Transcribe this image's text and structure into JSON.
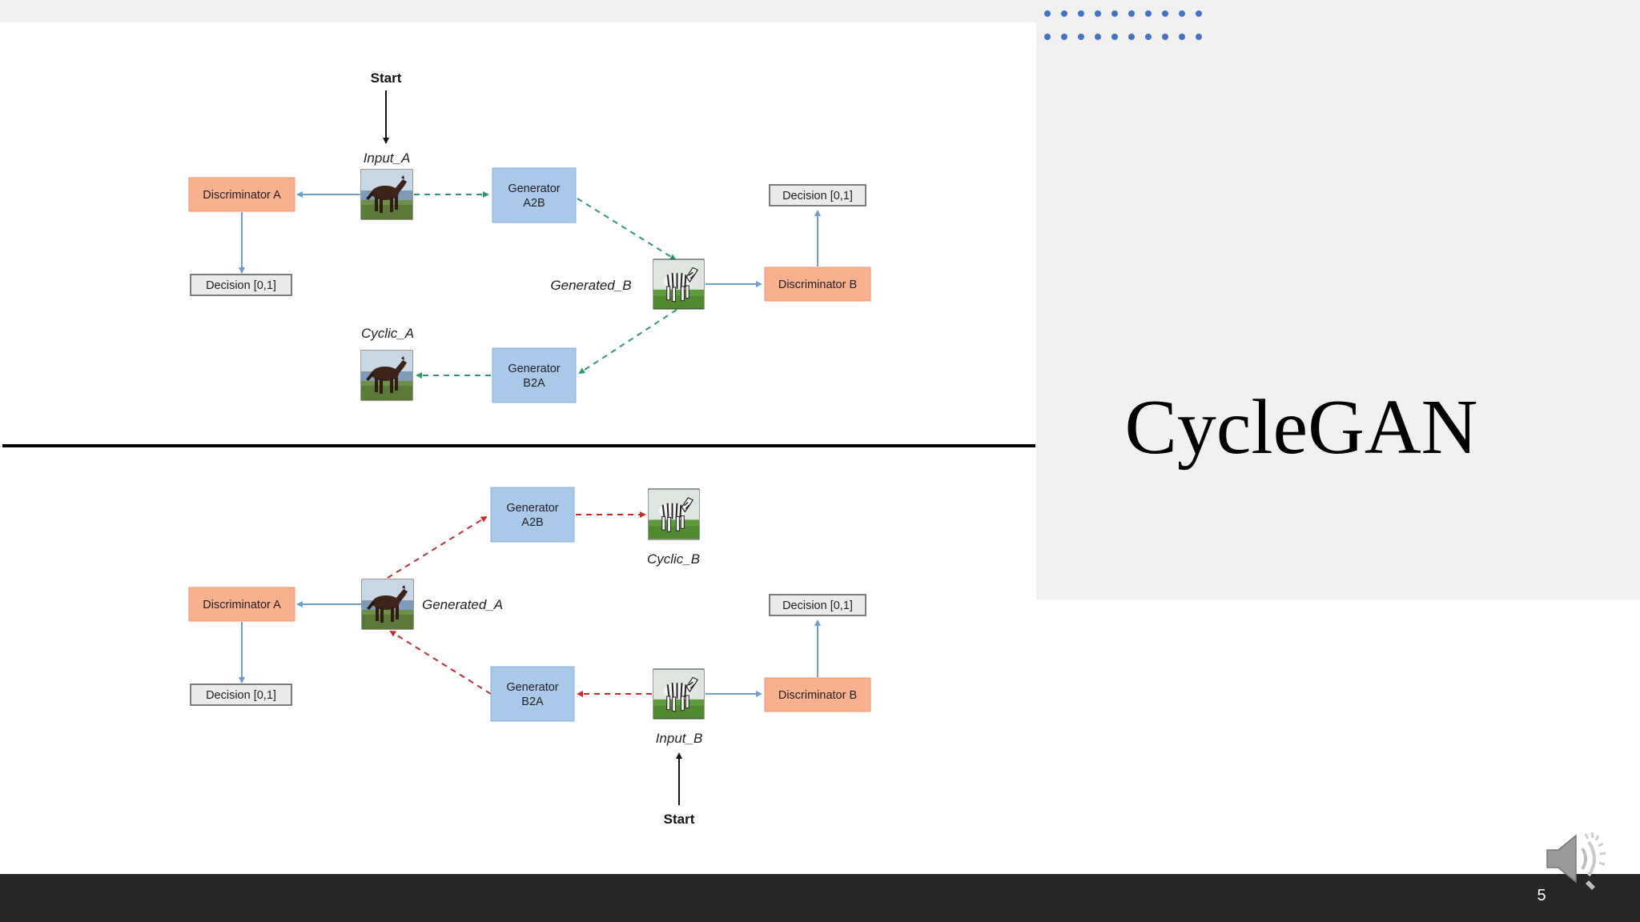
{
  "slide": {
    "title": "CycleGAN",
    "page_number": "5"
  },
  "colors": {
    "discriminator": "#f8b08e",
    "generator": "#a9c8ea",
    "decision_box": "#ebebeb",
    "green_arrow": "#2e9a6a",
    "red_arrow": "#cc2b2b",
    "blue_arrow": "#6a9fcf",
    "dot_accent": "#4472c4",
    "footer": "#262626"
  },
  "top_cycle": {
    "start": "Start",
    "input_label": "Input_A",
    "discriminator_a": "Discriminator A",
    "decision_a": "Decision [0,1]",
    "generator_a2b": [
      "Generator",
      "A2B"
    ],
    "generated_label": "Generated_B",
    "discriminator_b": "Discriminator B",
    "decision_b": "Decision [0,1]",
    "generator_b2a": [
      "Generator",
      "B2A"
    ],
    "cyclic_label": "Cyclic_A"
  },
  "bottom_cycle": {
    "generator_a2b": [
      "Generator",
      "A2B"
    ],
    "cyclic_label": "Cyclic_B",
    "discriminator_a": "Discriminator A",
    "generated_label": "Generated_A",
    "decision_b": "Decision [0,1]",
    "decision_a": "Decision [0,1]",
    "generator_b2a": [
      "Generator",
      "B2A"
    ],
    "discriminator_b": "Discriminator B",
    "input_label": "Input_B",
    "start": "Start"
  },
  "icons": {
    "audio": "speaker-icon",
    "horse": "horse-image-icon",
    "zebra": "zebra-image-icon"
  }
}
